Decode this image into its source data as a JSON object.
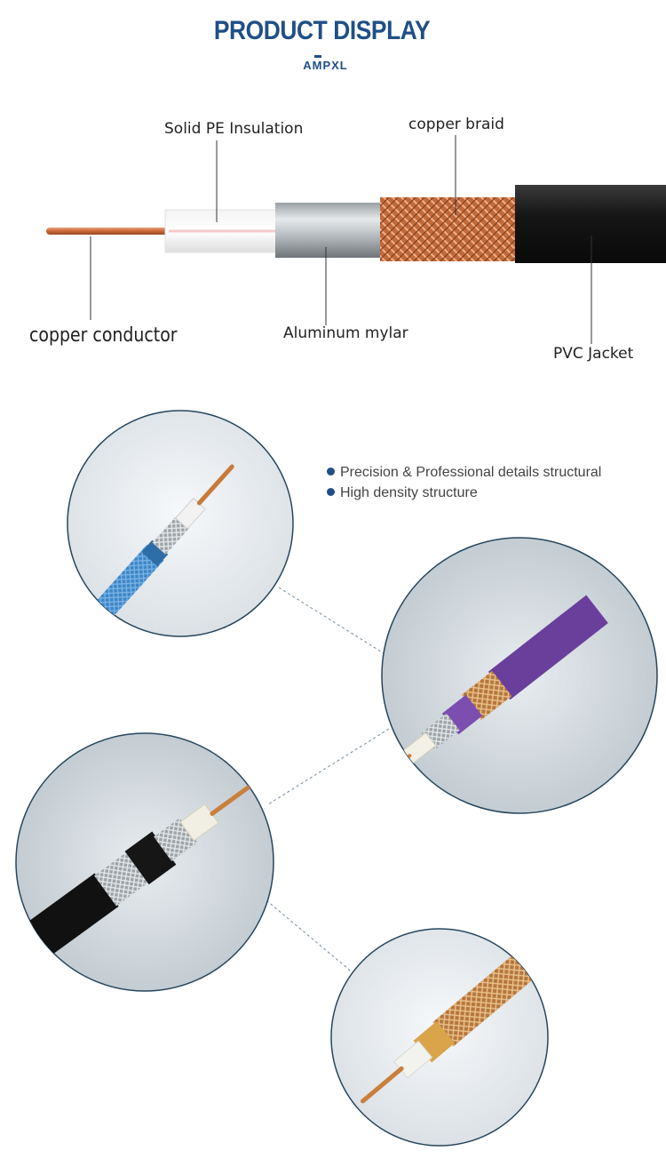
{
  "header": {
    "title": "PRODUCT DISPLAY",
    "brand": "AMPXL"
  },
  "diagram": {
    "labels": {
      "solid_pe": "Solid PE Insulation",
      "copper_braid": "copper braid",
      "copper_conductor": "copper conductor",
      "aluminum_mylar": "Aluminum mylar",
      "pvc_jacket": "PVC Jacket"
    }
  },
  "features": {
    "items": [
      "Precision & Professional details structural",
      "High density structure"
    ]
  },
  "colors": {
    "accent": "#1f4f86",
    "copper": "#c8703f",
    "jacket": "#1a1a1a"
  }
}
